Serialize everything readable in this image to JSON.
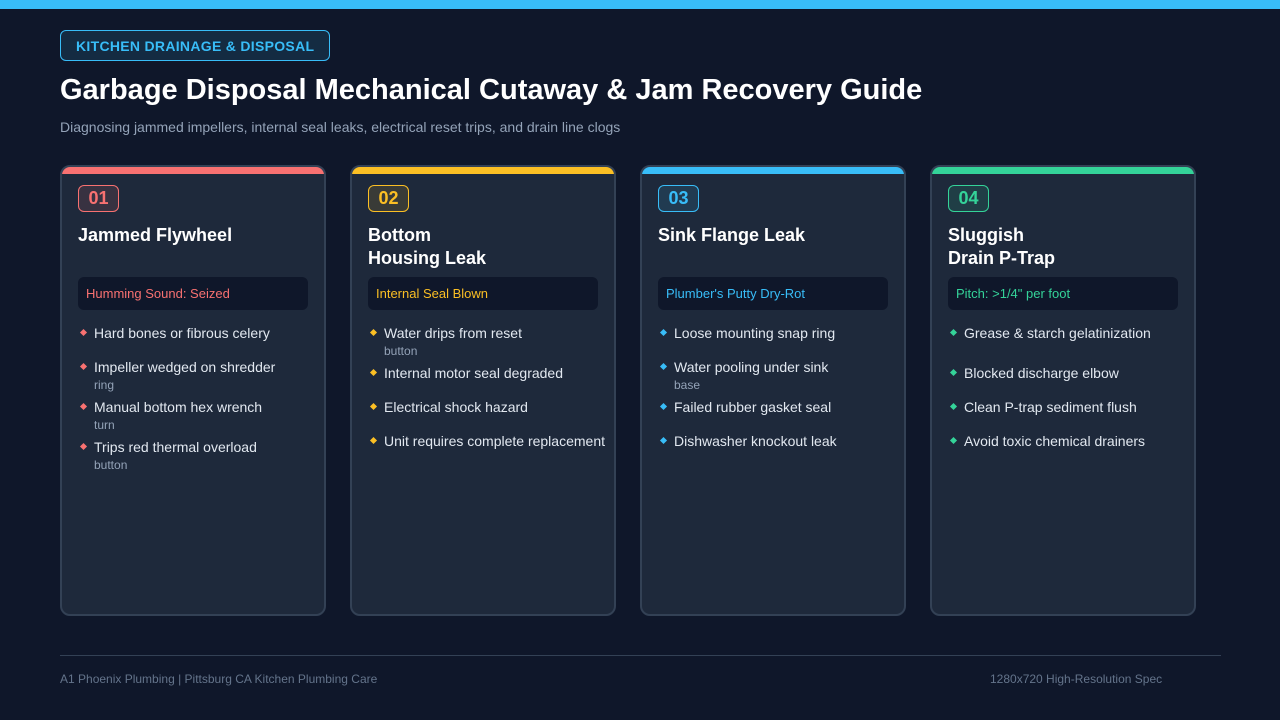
{
  "header": {
    "badge": "KITCHEN DRAINAGE & DISPOSAL",
    "title": "Garbage Disposal Mechanical Cutaway & Jam Recovery Guide",
    "subtitle": "Diagnosing jammed impellers, internal seal leaks, electrical reset trips, and drain line clogs"
  },
  "colors": {
    "red": "#f87171",
    "amber": "#fbbf24",
    "blue": "#38bdf8",
    "green": "#34d399"
  },
  "cards": [
    {
      "num": "01",
      "title_line1": "Jammed Flywheel",
      "title_line2": "",
      "tag": "Humming Sound: Seized",
      "items": [
        {
          "text": "Hard bones or fibrous celery",
          "sub": ""
        },
        {
          "text": "Impeller wedged on shredder",
          "sub": "ring"
        },
        {
          "text": "Manual bottom hex wrench",
          "sub": "turn"
        },
        {
          "text": "Trips red thermal overload",
          "sub": "button"
        }
      ]
    },
    {
      "num": "02",
      "title_line1": "Bottom",
      "title_line2": "Housing Leak",
      "tag": "Internal Seal Blown",
      "items": [
        {
          "text": "Water drips from reset",
          "sub": "button"
        },
        {
          "text": "Internal motor seal degraded",
          "sub": ""
        },
        {
          "text": "Electrical shock hazard",
          "sub": ""
        },
        {
          "text": "Unit requires complete replacement",
          "sub": ""
        }
      ]
    },
    {
      "num": "03",
      "title_line1": "Sink Flange Leak",
      "title_line2": "",
      "tag": "Plumber's Putty Dry-Rot",
      "items": [
        {
          "text": "Loose mounting snap ring",
          "sub": ""
        },
        {
          "text": "Water pooling under sink",
          "sub": "base"
        },
        {
          "text": "Failed rubber gasket seal",
          "sub": ""
        },
        {
          "text": "Dishwasher knockout leak",
          "sub": ""
        }
      ]
    },
    {
      "num": "04",
      "title_line1": "Sluggish",
      "title_line2": "Drain P-Trap",
      "tag": "Pitch: >1/4\" per foot",
      "items": [
        {
          "text": "Grease & starch gelatinization",
          "sub": ""
        },
        {
          "text": "Blocked discharge elbow",
          "sub": ""
        },
        {
          "text": "Clean P-trap sediment flush",
          "sub": ""
        },
        {
          "text": "Avoid toxic chemical drainers",
          "sub": ""
        }
      ]
    }
  ],
  "footer": {
    "left": "A1 Phoenix Plumbing | Pittsburg CA Kitchen Plumbing Care",
    "right": "1280x720 High-Resolution Spec"
  }
}
